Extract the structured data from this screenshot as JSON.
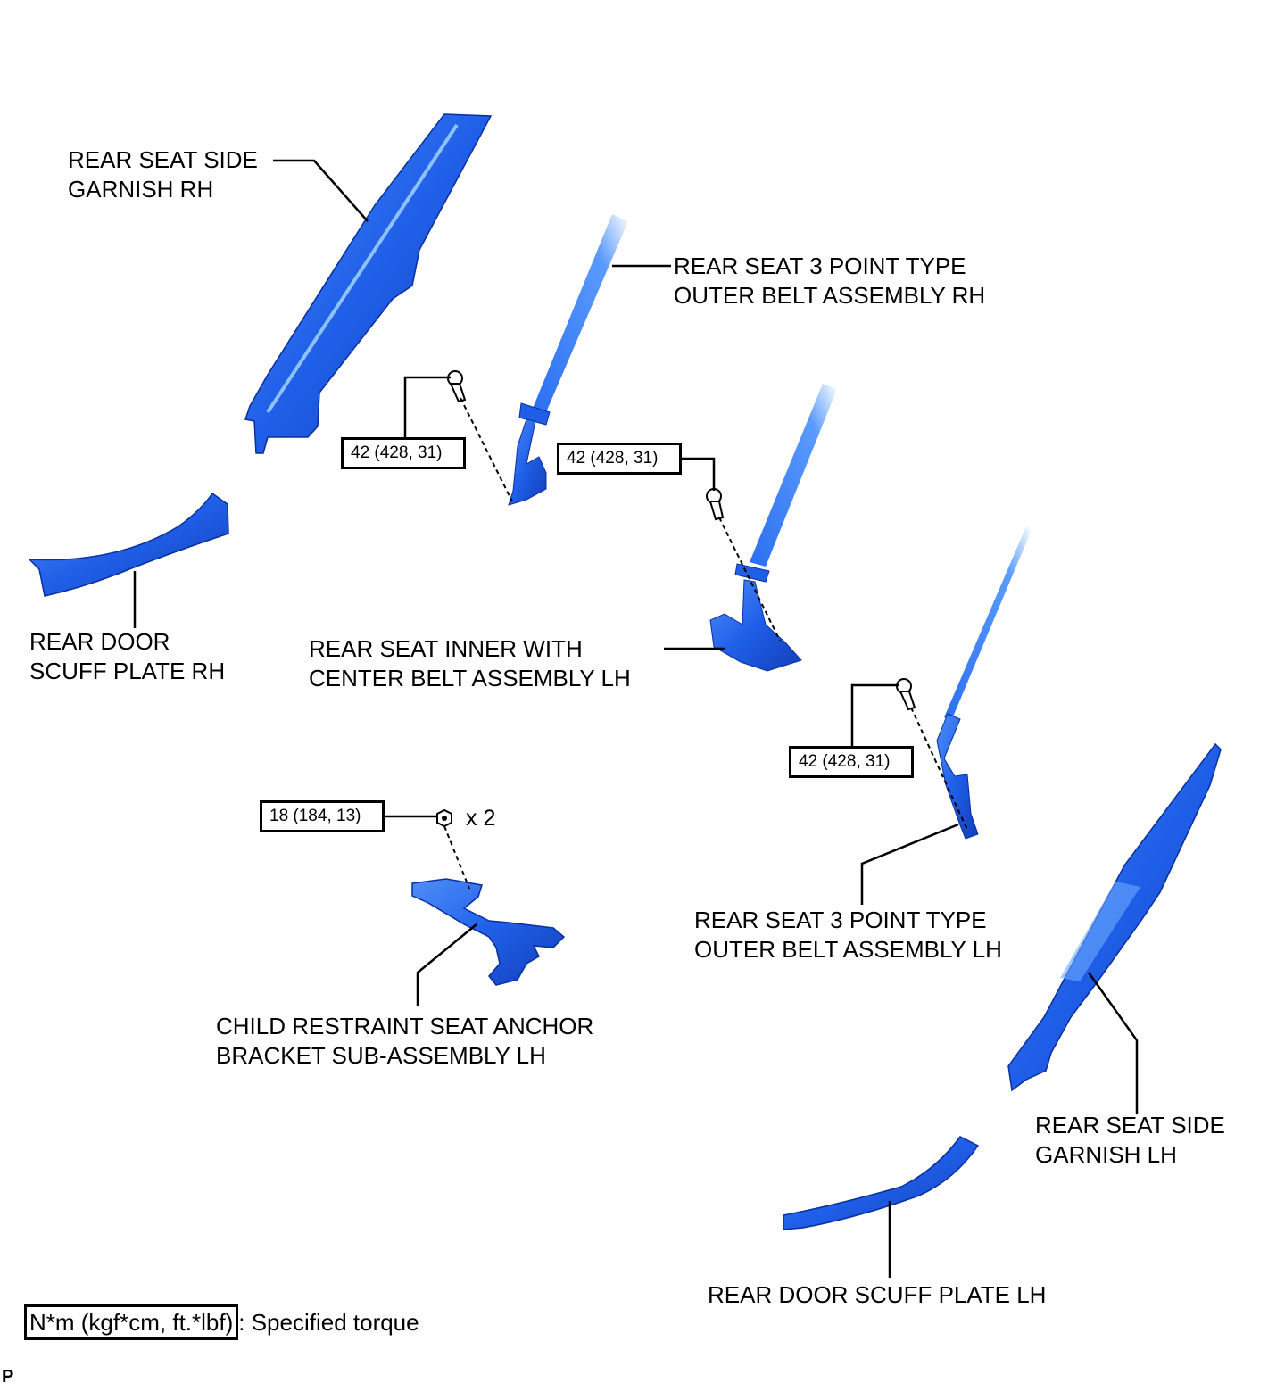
{
  "labels": {
    "garnish_rh": [
      "REAR SEAT SIDE",
      "GARNISH RH"
    ],
    "outer_belt_rh": [
      "REAR SEAT 3 POINT TYPE",
      "OUTER BELT ASSEMBLY RH"
    ],
    "scuff_rh": [
      "REAR DOOR",
      "SCUFF PLATE RH"
    ],
    "inner_center_belt_lh": [
      "REAR SEAT INNER WITH",
      "CENTER BELT ASSEMBLY LH"
    ],
    "outer_belt_lh": [
      "REAR SEAT 3 POINT TYPE",
      "OUTER BELT ASSEMBLY LH"
    ],
    "child_anchor_lh": [
      "CHILD RESTRAINT SEAT ANCHOR",
      "BRACKET SUB-ASSEMBLY LH"
    ],
    "garnish_lh": [
      "REAR SEAT SIDE",
      "GARNISH LH"
    ],
    "scuff_lh": [
      "REAR DOOR SCUFF PLATE LH"
    ]
  },
  "torques": {
    "outer_belt_rh_bolt": "42 (428, 31)",
    "inner_belt_lh_bolt": "42 (428, 31)",
    "outer_belt_lh_bolt": "42 (428, 31)",
    "anchor_nut": "18 (184, 13)"
  },
  "anchor_nut_qty": "x 2",
  "legend": {
    "unit": "N*m (kgf*cm, ft.*lbf)",
    "description": ": Specified torque"
  },
  "corner_mark": "P",
  "colors": {
    "part_blue": "#1f5fe8",
    "part_highlight": "#6aa8ff",
    "part_shadow": "#0b2f9c",
    "line": "#000000"
  }
}
